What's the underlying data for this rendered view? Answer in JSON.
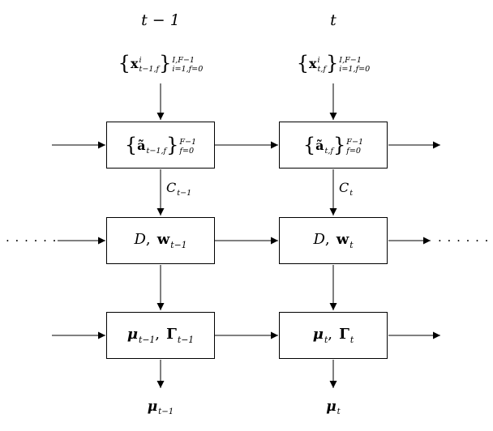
{
  "diagram": {
    "columns": [
      {
        "header": "t − 1",
        "input": {
          "open": "{",
          "base": "x",
          "sup": "i",
          "sub": "t−1,f",
          "close": "}",
          "outer_sup": "I,F−1",
          "outer_sub": "i=1,f=0"
        },
        "activations_box": {
          "open": "{",
          "base": "ã",
          "sub": "t−1,f",
          "close": "}",
          "outer_sup": "F−1",
          "outer_sub": "f=0"
        },
        "context_label": {
          "base": "C",
          "sub": "t−1"
        },
        "dictionary_box": {
          "dictionary": "D",
          "comma": ",",
          "weights": "w",
          "weights_sub": "t−1"
        },
        "posterior_box": {
          "mean": "μ",
          "mean_sub": "t−1",
          "comma": ",",
          "covariance": "Γ",
          "covariance_sub": "t−1"
        },
        "output": {
          "mean": "μ",
          "sub": "t−1"
        }
      },
      {
        "header": "t",
        "input": {
          "open": "{",
          "base": "x",
          "sup": "i",
          "sub": "t,f",
          "close": "}",
          "outer_sup": "I,F−1",
          "outer_sub": "i=1,f=0"
        },
        "activations_box": {
          "open": "{",
          "base": "ã",
          "sub": "t,f",
          "close": "}",
          "outer_sup": "F−1",
          "outer_sub": "f=0"
        },
        "context_label": {
          "base": "C",
          "sub": "t"
        },
        "dictionary_box": {
          "dictionary": "D",
          "comma": ",",
          "weights": "w",
          "weights_sub": "t"
        },
        "posterior_box": {
          "mean": "μ",
          "mean_sub": "t",
          "comma": ",",
          "covariance": "Γ",
          "covariance_sub": "t"
        },
        "output": {
          "mean": "μ",
          "sub": "t"
        }
      }
    ],
    "ellipsis_left": "· · · · · ·",
    "ellipsis_right": "· · · · · ·",
    "colors": {
      "line": "#000000",
      "background": "#ffffff"
    }
  }
}
